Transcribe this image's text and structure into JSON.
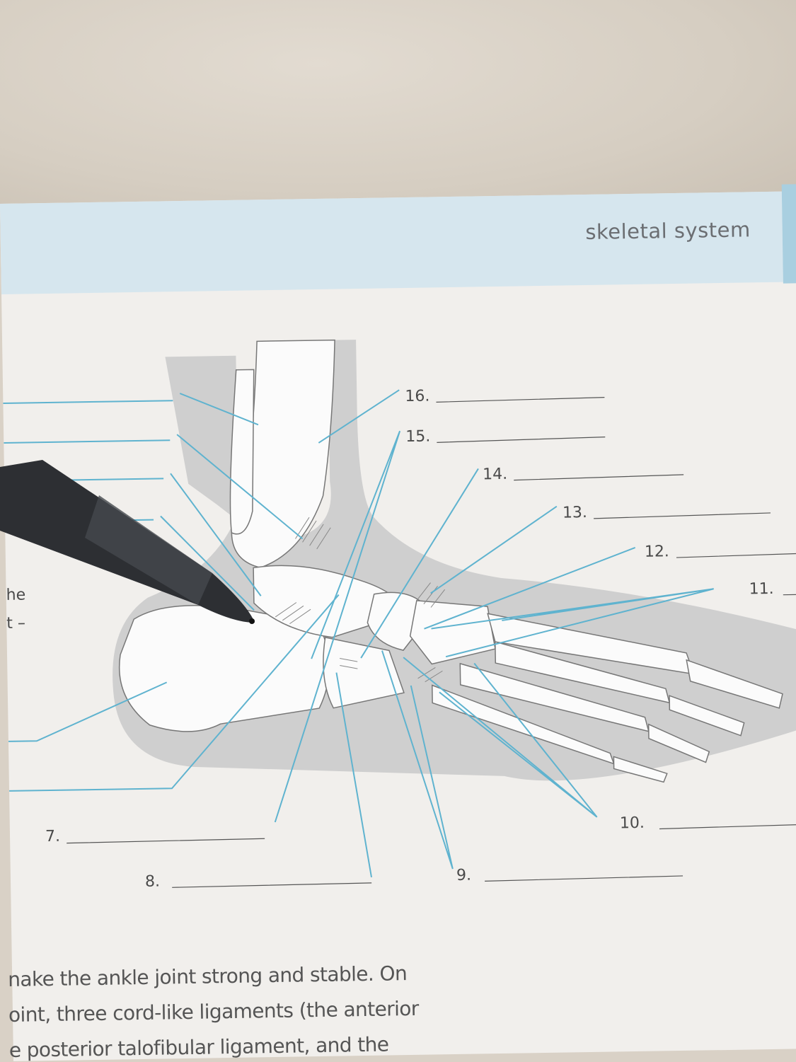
{
  "header": {
    "section_title": "skeletal system"
  },
  "diagram": {
    "labels": [
      {
        "num": "16."
      },
      {
        "num": "15."
      },
      {
        "num": "14."
      },
      {
        "num": "13."
      },
      {
        "num": "12."
      },
      {
        "num": "11."
      },
      {
        "num": "10."
      },
      {
        "num": "9."
      },
      {
        "num": "8."
      },
      {
        "num": "7."
      }
    ],
    "line_color": "#5fb3cf"
  },
  "left_margin_text": [
    "he",
    "t –"
  ],
  "body_text": [
    "nake the ankle joint strong and stable. On",
    "oint, three cord-like ligaments (the anterior",
    "e posterior talofibular ligament, and the"
  ]
}
